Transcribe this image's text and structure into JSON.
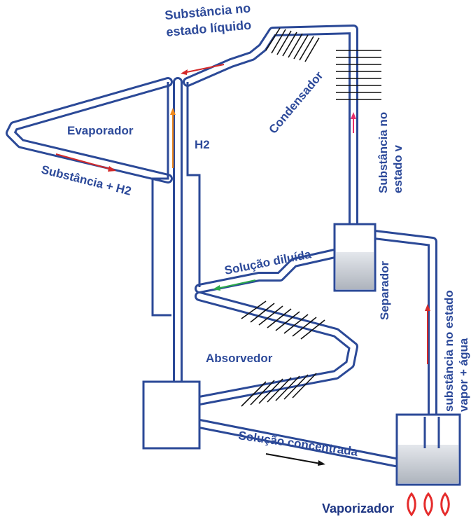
{
  "labels": {
    "substancia_liquido_1": "Substância no",
    "substancia_liquido_2": "estado líquido",
    "evaporador": "Evaporador",
    "h2": "H2",
    "condensador": "Condensador",
    "substancia_h2": "Substância + H2",
    "substancia_vapor_1": "Substância no",
    "substancia_vapor_2": "estado v",
    "solucao_diluida": "Solução diluída",
    "separador": "Separador",
    "absorvedor": "Absorvedor",
    "substancia_estado_vapor_1": "substância no estado",
    "substancia_estado_vapor_2": "vapor + água",
    "solucao_concentrada": "Solução concentrada",
    "vaporizador": "Vaporizador"
  },
  "colors": {
    "pipe": "#2b4997",
    "label": "#2d4a9a",
    "arrow_red": "#d42a2a",
    "arrow_orange": "#f08a1e",
    "arrow_pink": "#e8306a",
    "arrow_green": "#2aa84a",
    "arrow_black": "#111111",
    "flame": "#e52b2b",
    "liquid": "#c9ced6"
  }
}
